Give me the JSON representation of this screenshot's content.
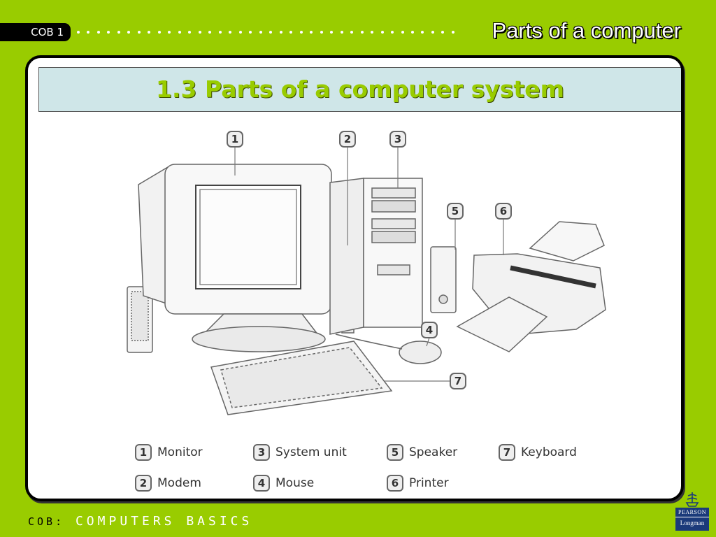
{
  "header": {
    "tag": "COB 1",
    "title": "Parts of a computer"
  },
  "slide": {
    "heading": "1.3 Parts of a computer system"
  },
  "callouts": [
    "1",
    "2",
    "3",
    "4",
    "5",
    "6",
    "7"
  ],
  "legend": [
    {
      "num": "1",
      "label": "Monitor"
    },
    {
      "num": "2",
      "label": "Modem"
    },
    {
      "num": "3",
      "label": "System unit"
    },
    {
      "num": "4",
      "label": "Mouse"
    },
    {
      "num": "5",
      "label": "Speaker"
    },
    {
      "num": "6",
      "label": "Printer"
    },
    {
      "num": "7",
      "label": "Keyboard"
    }
  ],
  "footer": {
    "prefix": "COB:",
    "text": "COMPUTERS BASICS"
  },
  "logo": {
    "line1": "PEARSON",
    "line2": "Longman"
  },
  "colors": {
    "background": "#99cc00",
    "heading_box": "#cfe6e8",
    "heading_text": "#99cc00",
    "logo_box": "#1b3a7a"
  }
}
